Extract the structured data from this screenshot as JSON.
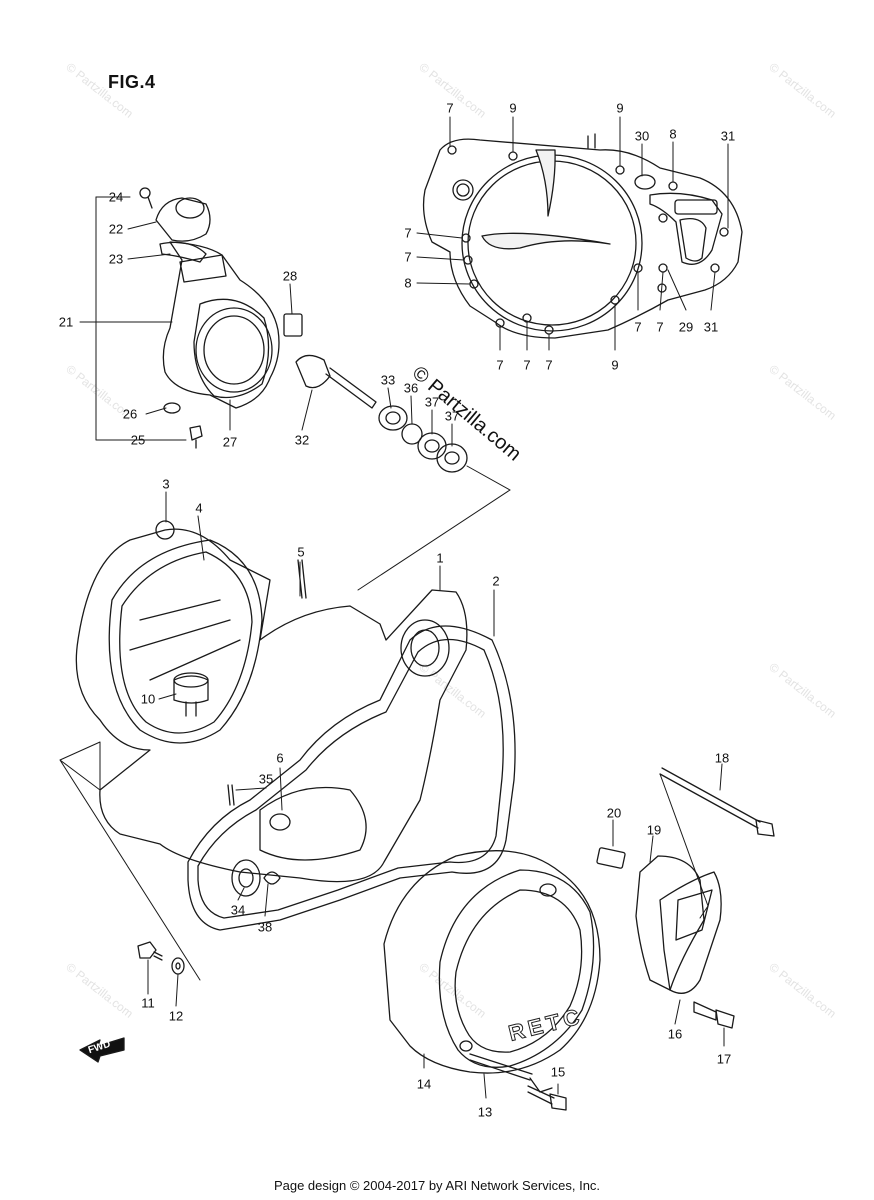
{
  "figure": {
    "title": "FIG.4"
  },
  "watermark": {
    "main": "© Partzilla.com",
    "repeat": "© Partzilla.com"
  },
  "engraving": "RETC",
  "fwd_label": "FWD",
  "footer": {
    "text": "Page design © 2004-2017 by ARI Network Services, Inc."
  },
  "callouts": [
    {
      "id": "c1",
      "text": "1"
    },
    {
      "id": "c2",
      "text": "2"
    },
    {
      "id": "c3",
      "text": "3"
    },
    {
      "id": "c4",
      "text": "4"
    },
    {
      "id": "c5",
      "text": "5"
    },
    {
      "id": "c6",
      "text": "6"
    },
    {
      "id": "c10",
      "text": "10"
    },
    {
      "id": "c11",
      "text": "11"
    },
    {
      "id": "c12",
      "text": "12"
    },
    {
      "id": "c13",
      "text": "13"
    },
    {
      "id": "c14",
      "text": "14"
    },
    {
      "id": "c15",
      "text": "15"
    },
    {
      "id": "c16",
      "text": "16"
    },
    {
      "id": "c17",
      "text": "17"
    },
    {
      "id": "c18",
      "text": "18"
    },
    {
      "id": "c19",
      "text": "19"
    },
    {
      "id": "c20",
      "text": "20"
    },
    {
      "id": "c21",
      "text": "21"
    },
    {
      "id": "c22",
      "text": "22"
    },
    {
      "id": "c23",
      "text": "23"
    },
    {
      "id": "c24",
      "text": "24"
    },
    {
      "id": "c25",
      "text": "25"
    },
    {
      "id": "c26",
      "text": "26"
    },
    {
      "id": "c27",
      "text": "27"
    },
    {
      "id": "c28",
      "text": "28"
    },
    {
      "id": "c29",
      "text": "29"
    },
    {
      "id": "c30",
      "text": "30"
    },
    {
      "id": "c31a",
      "text": "31"
    },
    {
      "id": "c31b",
      "text": "31"
    },
    {
      "id": "c32",
      "text": "32"
    },
    {
      "id": "c33",
      "text": "33"
    },
    {
      "id": "c34",
      "text": "34"
    },
    {
      "id": "c35",
      "text": "35"
    },
    {
      "id": "c36",
      "text": "36"
    },
    {
      "id": "c37a",
      "text": "37"
    },
    {
      "id": "c37b",
      "text": "37"
    },
    {
      "id": "c38",
      "text": "38"
    },
    {
      "id": "c7a",
      "text": "7"
    },
    {
      "id": "c7b",
      "text": "7"
    },
    {
      "id": "c7c",
      "text": "7"
    },
    {
      "id": "c7d",
      "text": "7"
    },
    {
      "id": "c7e",
      "text": "7"
    },
    {
      "id": "c7f",
      "text": "7"
    },
    {
      "id": "c7g",
      "text": "7"
    },
    {
      "id": "c7h",
      "text": "7"
    },
    {
      "id": "c8a",
      "text": "8"
    },
    {
      "id": "c8b",
      "text": "8"
    },
    {
      "id": "c9a",
      "text": "9"
    },
    {
      "id": "c9b",
      "text": "9"
    },
    {
      "id": "c9c",
      "text": "9"
    }
  ]
}
